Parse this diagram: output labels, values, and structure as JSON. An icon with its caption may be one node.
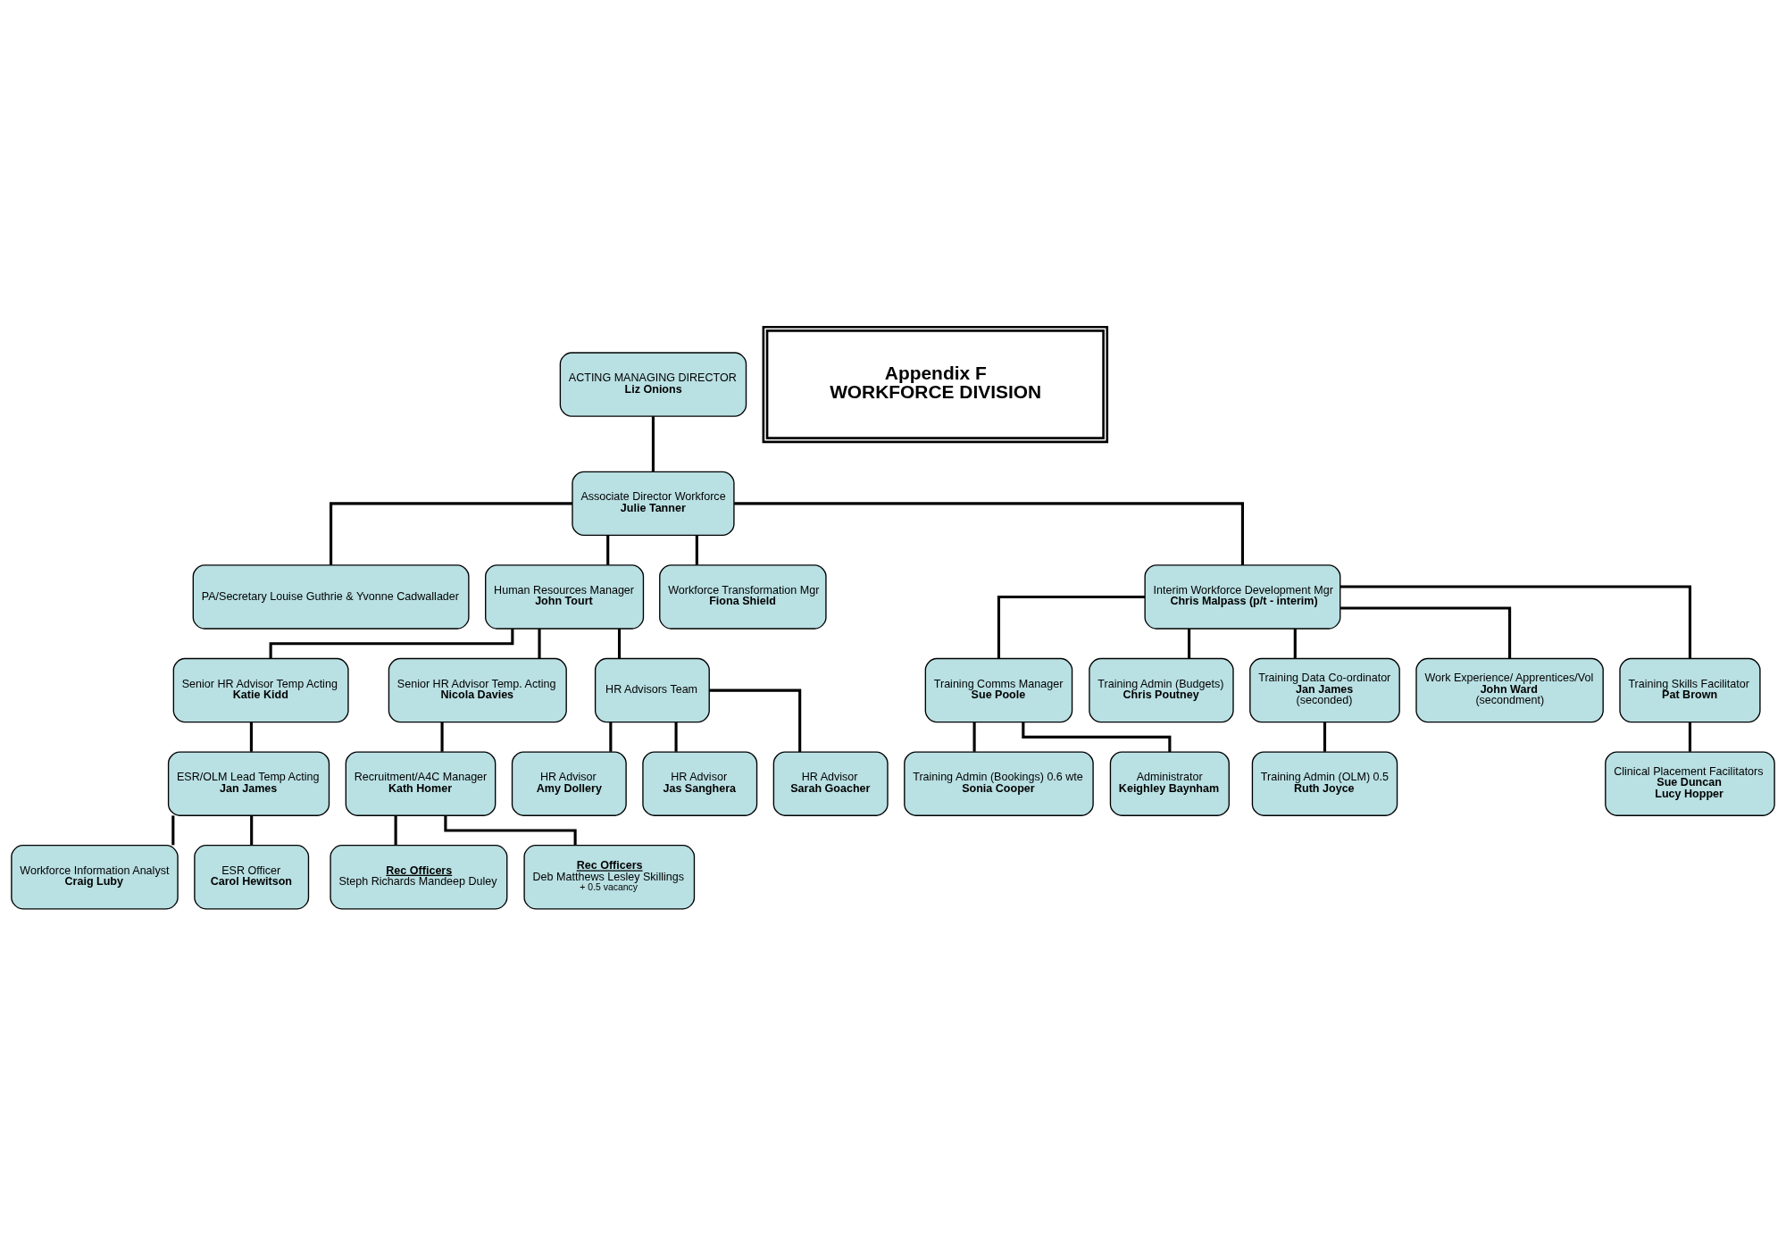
{
  "diagram": {
    "nodes": [
      {
        "text": [
          "ACTING MANAGING DIRECTOR",
          "Liz Onions"
        ]
      },
      {
        "text": [
          "Associate Director Workforce",
          "Julie Tanner"
        ]
      },
      {
        "text": [
          "PA/Secretary Louise Guthrie & Yvonne Cadwallader"
        ]
      },
      {
        "text": [
          "Human Resources Manager",
          "John Tourt"
        ]
      },
      {
        "text": [
          "Workforce Transformation Mgr",
          "Fiona Shield"
        ]
      },
      {
        "text": [
          "Interim Workforce Development Mgr",
          "Chris Malpass (p/t - interim)"
        ]
      },
      {
        "text": [
          "Senior HR Advisor Temp Acting",
          "Katie Kidd"
        ]
      },
      {
        "text": [
          "Senior HR Advisor Temp. Acting",
          "Nicola Davies"
        ]
      },
      {
        "text": [
          "HR Advisors Team"
        ]
      },
      {
        "text": [
          "Training Comms Manager",
          "Sue Poole"
        ]
      },
      {
        "text": [
          "Training Admin (Budgets)",
          "Chris Poutney"
        ]
      },
      {
        "text": [
          "Training Data Co-ordinator",
          "Jan James",
          "(seconded)"
        ]
      },
      {
        "text": [
          "Work Experience/ Apprentices/Vol",
          "John Ward",
          "(secondment)"
        ]
      },
      {
        "text": [
          "Training Skills Facilitator",
          "Pat Brown"
        ]
      },
      {
        "text": [
          "ESR/OLM Lead Temp Acting",
          "Jan James"
        ]
      },
      {
        "text": [
          "Recruitment/A4C Manager",
          "Kath Homer"
        ]
      },
      {
        "text": [
          "HR Advisor",
          "Amy Dollery"
        ]
      },
      {
        "text": [
          "Training Admin (Bookings) 0.6 wte",
          "Sonia Cooper"
        ]
      },
      {
        "text": [
          "Training Admin (OLM) 0.5",
          "Ruth Joyce"
        ]
      },
      {
        "text": [
          "Clinical Placement Facilitators",
          "Sue Duncan",
          "Lucy Hopper"
        ]
      },
      {
        "text": [
          "Workforce Information Analyst",
          "Craig Luby"
        ]
      },
      {
        "text": [
          "Rec Officers",
          "Steph Richards Mandeep Duley"
        ]
      },
      {
        "text": [
          "HR Advisor",
          "Jas Sanghera"
        ]
      },
      {
        "text": [
          "Administrator",
          "Keighley Baynham"
        ]
      },
      {
        "text": [
          "ESR Officer",
          "Carol Hewitson"
        ]
      },
      {
        "text": [
          "Rec Officers",
          "Deb Matthews Lesley Skillings",
          "+ 0.5 vacancy"
        ]
      },
      {
        "text": [
          "HR Advisor",
          "Sarah Goacher"
        ]
      },
      {
        "text": [
          "Appendix F",
          "WORKFORCE DIVISION"
        ]
      }
    ],
    "edges": [
      {
        "from": 0,
        "to": 1,
        "arrow": "none"
      },
      {
        "from": 1,
        "to": 2,
        "arrow": "none"
      },
      {
        "from": 1,
        "to": 3,
        "arrow": "none"
      },
      {
        "from": 1,
        "to": 4,
        "arrow": "none"
      },
      {
        "from": 1,
        "to": 5,
        "arrow": "none"
      },
      {
        "from": 3,
        "to": 6,
        "arrow": "none"
      },
      {
        "from": 3,
        "to": 7,
        "arrow": "none"
      },
      {
        "from": 3,
        "to": 8,
        "arrow": "none"
      },
      {
        "from": 5,
        "to": 9,
        "arrow": "none"
      },
      {
        "from": 5,
        "to": 10,
        "arrow": "none"
      },
      {
        "from": 5,
        "to": 11,
        "arrow": "none"
      },
      {
        "from": 5,
        "to": 12,
        "arrow": "none"
      },
      {
        "from": 5,
        "to": 13,
        "arrow": "none"
      },
      {
        "from": 6,
        "to": 14,
        "arrow": "none"
      },
      {
        "from": 7,
        "to": 15,
        "arrow": "none"
      },
      {
        "from": 8,
        "to": 16,
        "arrow": "none"
      },
      {
        "from": 8,
        "to": 22,
        "arrow": "none"
      },
      {
        "from": 8,
        "to": 26,
        "arrow": "none"
      },
      {
        "from": 9,
        "to": 17,
        "arrow": "none"
      },
      {
        "from": 9,
        "to": 23,
        "arrow": "none"
      },
      {
        "from": 11,
        "to": 18,
        "arrow": "none"
      },
      {
        "from": 13,
        "to": 19,
        "arrow": "none"
      },
      {
        "from": 14,
        "to": 20,
        "arrow": "none"
      },
      {
        "from": 14,
        "to": 24,
        "arrow": "none"
      },
      {
        "from": 15,
        "to": 21,
        "arrow": "none"
      },
      {
        "from": 15,
        "to": 25,
        "arrow": "none"
      }
    ]
  }
}
